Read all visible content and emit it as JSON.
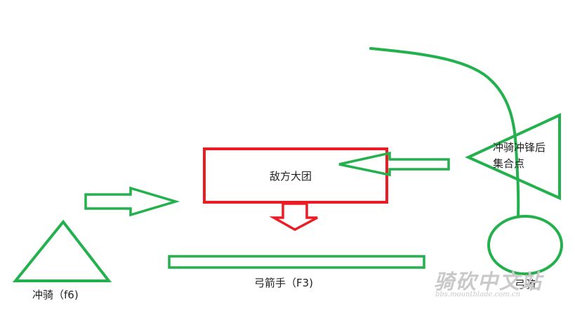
{
  "colors": {
    "green": "#22b14c",
    "red": "#ed1c24",
    "text": "#222222",
    "watermark": "#c9c9c9"
  },
  "labels": {
    "enemy_main_force": "敌方大团",
    "rally_point_line1": "冲骑冲锋后",
    "rally_point_line2": "集合点",
    "charge_cavalry": "冲骑（f6)",
    "archers": "弓箭手（F3)",
    "horse_archers": "弓骑"
  },
  "watermark": {
    "title": "骑砍中文站",
    "url": "bbs.mountblade.com.cn"
  }
}
